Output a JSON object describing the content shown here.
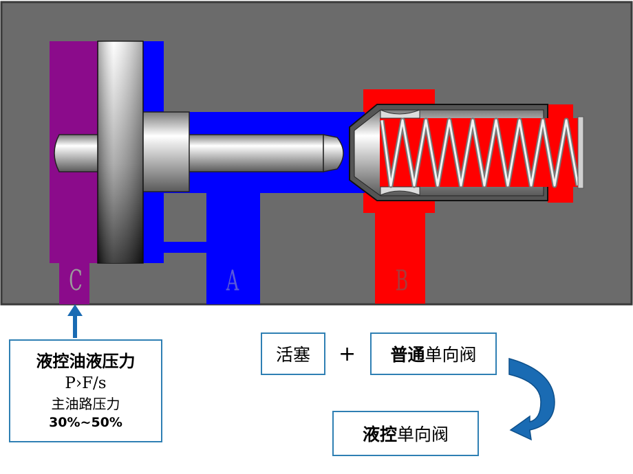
{
  "ports": {
    "c": "C",
    "a": "A",
    "b": "B"
  },
  "pressure_box": {
    "title": "液控油液压力",
    "formula": "P›F/s",
    "subtitle": "主油路压力",
    "percent": "30%~50%"
  },
  "equation": {
    "piston": "活塞",
    "plus": "+",
    "check_valve_bold": "普通",
    "check_valve_rest": "单向阀",
    "pilot_valve_bold": "液控",
    "pilot_valve_rest": "单向阀"
  },
  "colors": {
    "housing": "#6b6b6b",
    "pilot_oil": "#8b0b8b",
    "port_a_oil": "#0000ff",
    "port_b_oil": "#ff0000",
    "box_border": "#2e7fb3",
    "arrow": "#1a6bb3"
  }
}
